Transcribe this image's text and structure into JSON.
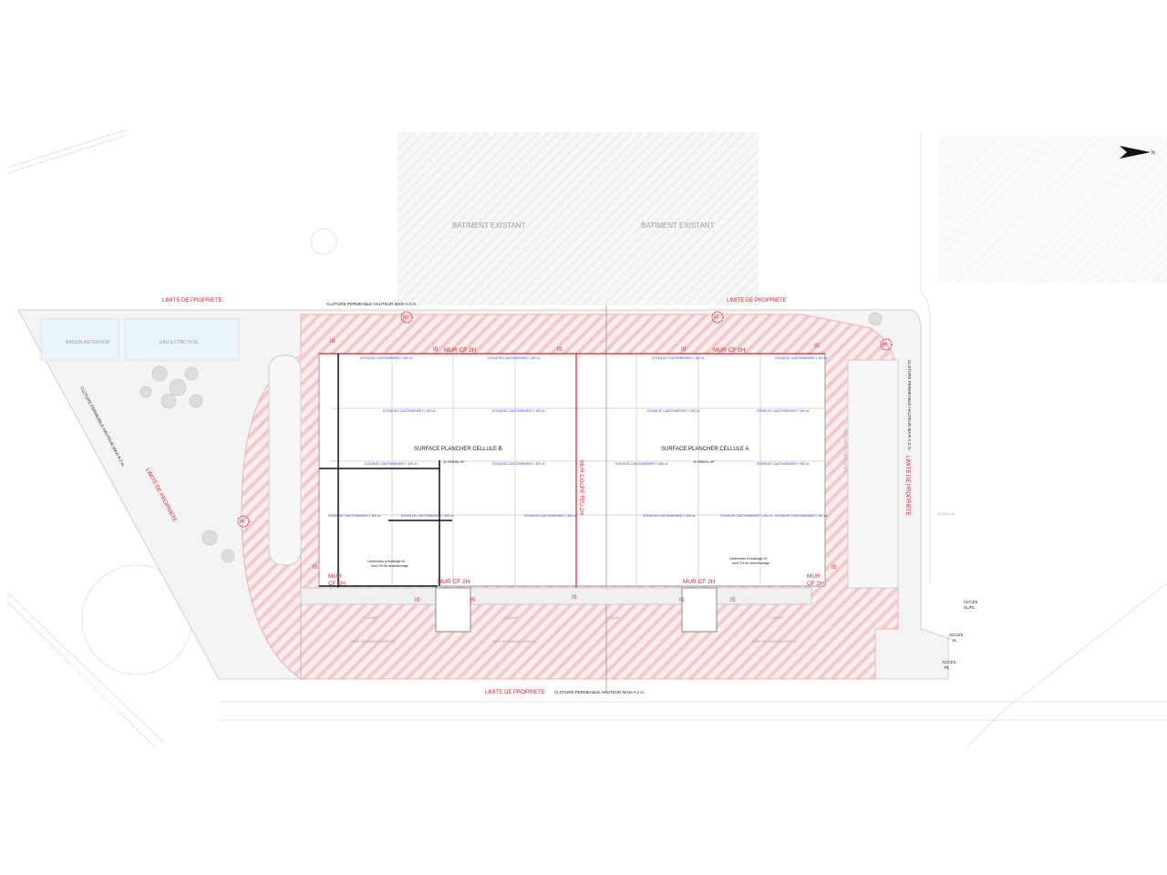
{
  "plan": {
    "existing_buildings": [
      "BATIMENT EXISTANT",
      "BATIMENT EXISTANT"
    ],
    "property_limit": "LIMITE DE PROPRIETE",
    "fence": "CLOTURE PERMEABLE HAUTEUR MAXI A 2 m.",
    "basins": [
      "BASSIN RETENTION",
      "EAU EXTINCTION"
    ],
    "firewall_2h": "MUR CF 2H",
    "firewall_split": [
      "MUR",
      "CF 2H"
    ],
    "central_firewall": "MUR COUPE FEU 2H",
    "is_marker": "IS",
    "fire_hydrant": "PI",
    "cell_b": {
      "title": "SURFACE PLANCHER CELLULE B",
      "area": "11 998,84 m²"
    },
    "cell_a": {
      "title": "SURFACE PLANCHER CELLULE A",
      "area": "11 998,01 m²"
    },
    "skylight_note": [
      "Lanterneau d'éclairage 40",
      "dont 2% de désenfumage"
    ],
    "smoke_screen": "ECRAN DE CANTONNEMENT 1 600 m²",
    "docks": [
      "7 QUAIS",
      "8 QUAIS",
      "1 QUAI",
      "7 QUAIS"
    ],
    "maneuver_area": "AIRE DE MANOEUVRE PL",
    "parking": "PARKING VL 138 PLACES",
    "access": {
      "vlpl": [
        "ACCES",
        "VL/PL"
      ],
      "vl": [
        "ACCES",
        "VL"
      ],
      "pl": [
        "ACCES",
        "PL"
      ],
      "vl_side": "ACCES VL"
    },
    "north": "N",
    "colors": {
      "red": "#d9232d",
      "hatch": "#f3c9cc",
      "water": "#eaf4fb",
      "ground": "#f3f4f3"
    }
  }
}
